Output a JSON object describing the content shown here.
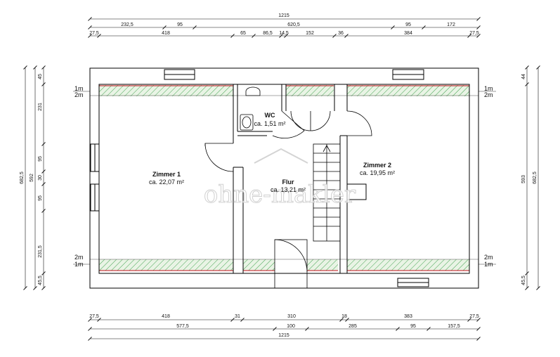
{
  "watermark": "ohne-makler",
  "rooms": {
    "zimmer1": {
      "name": "Zimmer 1",
      "area": "ca. 22,07 m²"
    },
    "wc": {
      "name": "WC",
      "area": "ca. 1,51 m²"
    },
    "flur": {
      "name": "Flur",
      "area": "ca. 13,21 m²"
    },
    "zimmer2": {
      "name": "Zimmer 2",
      "area": "ca. 19,95 m²"
    }
  },
  "levels": {
    "one_m": "1m",
    "two_m": "2m"
  },
  "top_dims": {
    "overall": "1215",
    "row2": [
      "232,5",
      "95",
      "620,5",
      "95",
      "172"
    ],
    "row3": [
      "27,5",
      "418",
      "65",
      "86,5",
      "14,5",
      "152",
      "36",
      "384",
      "27,5"
    ]
  },
  "bottom_dims": {
    "row1": [
      "27,5",
      "418",
      "31",
      "310",
      "18",
      "383",
      "27,5"
    ],
    "row2": [
      "577,5",
      "100",
      "285",
      "95",
      "157,5"
    ],
    "overall": "1215"
  },
  "left_dims": {
    "inner": [
      "45",
      "231",
      "95",
      "30",
      "95",
      "231,5",
      "45,5"
    ],
    "outer_a": "682,5",
    "outer_b": "592"
  },
  "right_dims": {
    "inner": [
      "44",
      "45,5"
    ],
    "outer_a": "593",
    "outer_b": "682,5"
  },
  "colors": {
    "wall": "#000000",
    "slope_hatch": "#2f9a3f",
    "slope_fill": "#e8f3e4",
    "line_1m": "#c0101a",
    "dimension": "#111111"
  }
}
